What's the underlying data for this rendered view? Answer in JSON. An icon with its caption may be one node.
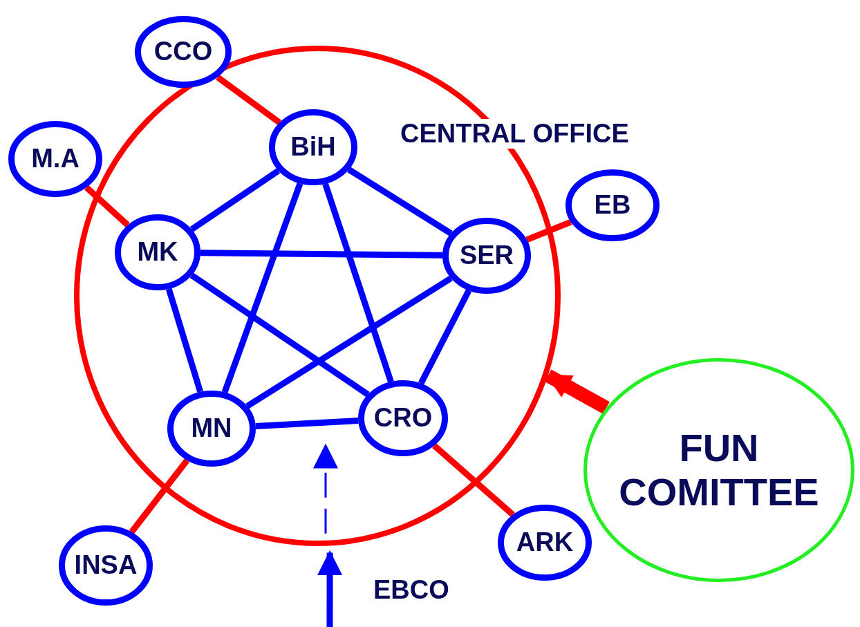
{
  "diagram": {
    "nodes": [
      {
        "text": [
          "CENTRAL OFFICE"
        ]
      },
      {
        "text": [
          "CCO"
        ]
      },
      {
        "text": [
          "M.A"
        ]
      },
      {
        "text": [
          "BiH"
        ],
        "in": 0
      },
      {
        "text": [
          "EB"
        ]
      },
      {
        "text": [
          "MK"
        ],
        "in": 0
      },
      {
        "text": [
          "SER"
        ],
        "in": 0
      },
      {
        "text": [
          "MN"
        ],
        "in": 0
      },
      {
        "text": [
          "CRO"
        ],
        "in": 0
      },
      {
        "text": [
          "FUN COMITTEE"
        ]
      },
      {
        "text": [
          "INSA"
        ]
      },
      {
        "text": [
          "ARK"
        ]
      }
    ],
    "edges": [
      {
        "from": 1,
        "to": 3,
        "arrow": "none",
        "color": "#ff0000"
      },
      {
        "from": 2,
        "to": 5,
        "arrow": "none",
        "color": "#ff0000"
      },
      {
        "from": 3,
        "to": 5,
        "arrow": "none"
      },
      {
        "from": 3,
        "to": 6,
        "arrow": "none"
      },
      {
        "from": 3,
        "to": 7,
        "arrow": "none"
      },
      {
        "from": 3,
        "to": 8,
        "arrow": "none"
      },
      {
        "from": 4,
        "to": 6,
        "arrow": "none",
        "color": "#ff0000"
      },
      {
        "from": 5,
        "to": 6,
        "arrow": "none"
      },
      {
        "from": 5,
        "to": 7,
        "arrow": "none"
      },
      {
        "from": 5,
        "to": 8,
        "arrow": "none"
      },
      {
        "from": 6,
        "to": 7,
        "arrow": "none"
      },
      {
        "from": 6,
        "to": 8,
        "arrow": "none"
      },
      {
        "from": 7,
        "to": 8,
        "arrow": "none"
      },
      {
        "from": 10,
        "to": 7,
        "arrow": "none",
        "color": "#ff0000"
      },
      {
        "from": 11,
        "to": 8,
        "arrow": "none",
        "color": "#ff0000"
      },
      {
        "from": 9,
        "to": 0,
        "arrow": "to",
        "style": "thick",
        "color": "#ff0000"
      },
      {
        "from": 0,
        "to": null,
        "arrow": "to",
        "style": "dashed"
      },
      {
        "from": null,
        "to": 0,
        "arrow": "to"
      }
    ],
    "labels": [
      "EBCO"
    ]
  }
}
